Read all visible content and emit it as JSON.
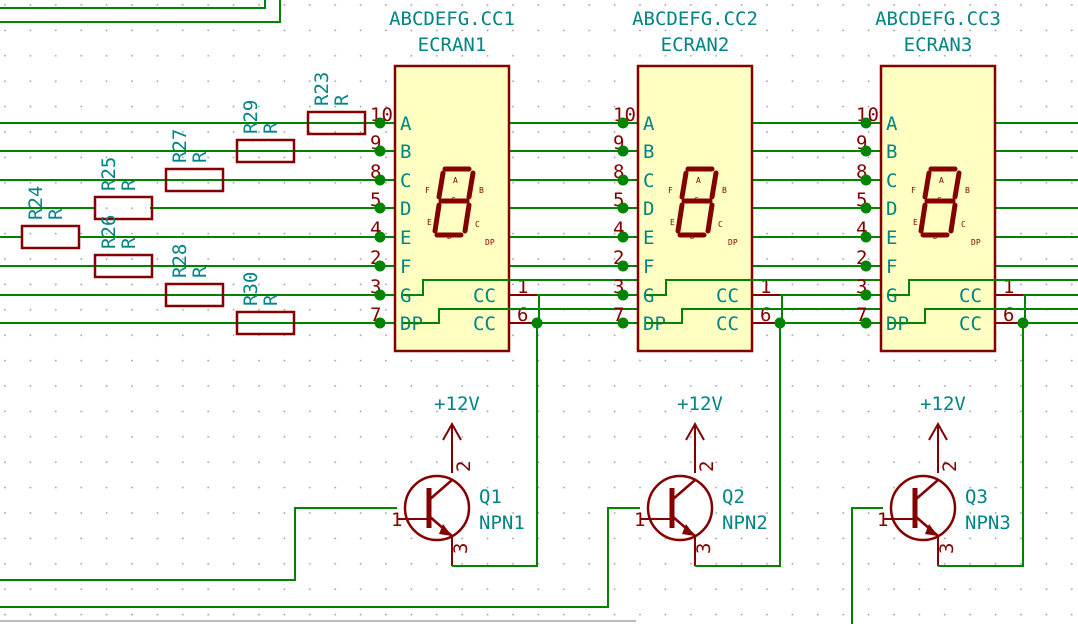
{
  "displays": [
    {
      "ref": "ABCDEFG.CC1",
      "value": "ECRAN1"
    },
    {
      "ref": "ABCDEFG.CC2",
      "value": "ECRAN2"
    },
    {
      "ref": "ABCDEFG.CC3",
      "value": "ECRAN3"
    }
  ],
  "display_pins": [
    {
      "num": "10",
      "name": "A"
    },
    {
      "num": "9",
      "name": "B"
    },
    {
      "num": "8",
      "name": "C"
    },
    {
      "num": "5",
      "name": "D"
    },
    {
      "num": "4",
      "name": "E"
    },
    {
      "num": "2",
      "name": "F"
    },
    {
      "num": "3",
      "name": "G"
    },
    {
      "num": "7",
      "name": "DP"
    }
  ],
  "cc_pins": [
    {
      "num": "1",
      "name": "CC"
    },
    {
      "num": "6",
      "name": "CC"
    }
  ],
  "segment_letters": [
    "A",
    "B",
    "C",
    "D",
    "E",
    "F",
    "G",
    "DP"
  ],
  "resistors": [
    {
      "ref": "R23",
      "value": "R"
    },
    {
      "ref": "R29",
      "value": "R"
    },
    {
      "ref": "R27",
      "value": "R"
    },
    {
      "ref": "R25",
      "value": "R"
    },
    {
      "ref": "R24",
      "value": "R"
    },
    {
      "ref": "R26",
      "value": "R"
    },
    {
      "ref": "R28",
      "value": "R"
    },
    {
      "ref": "R30",
      "value": "R"
    }
  ],
  "transistors": [
    {
      "ref": "Q1",
      "value": "NPN1",
      "power": "+12V"
    },
    {
      "ref": "Q2",
      "value": "NPN2",
      "power": "+12V"
    },
    {
      "ref": "Q3",
      "value": "NPN3",
      "power": "+12V"
    }
  ],
  "transistor_pins": {
    "base": "1",
    "collector": "2",
    "emitter": "3"
  },
  "colors": {
    "wire": "#008400",
    "component": "#840000",
    "body_fill": "#ffffc2",
    "label": "#008484",
    "grid_dot": "#9a9a9a"
  }
}
